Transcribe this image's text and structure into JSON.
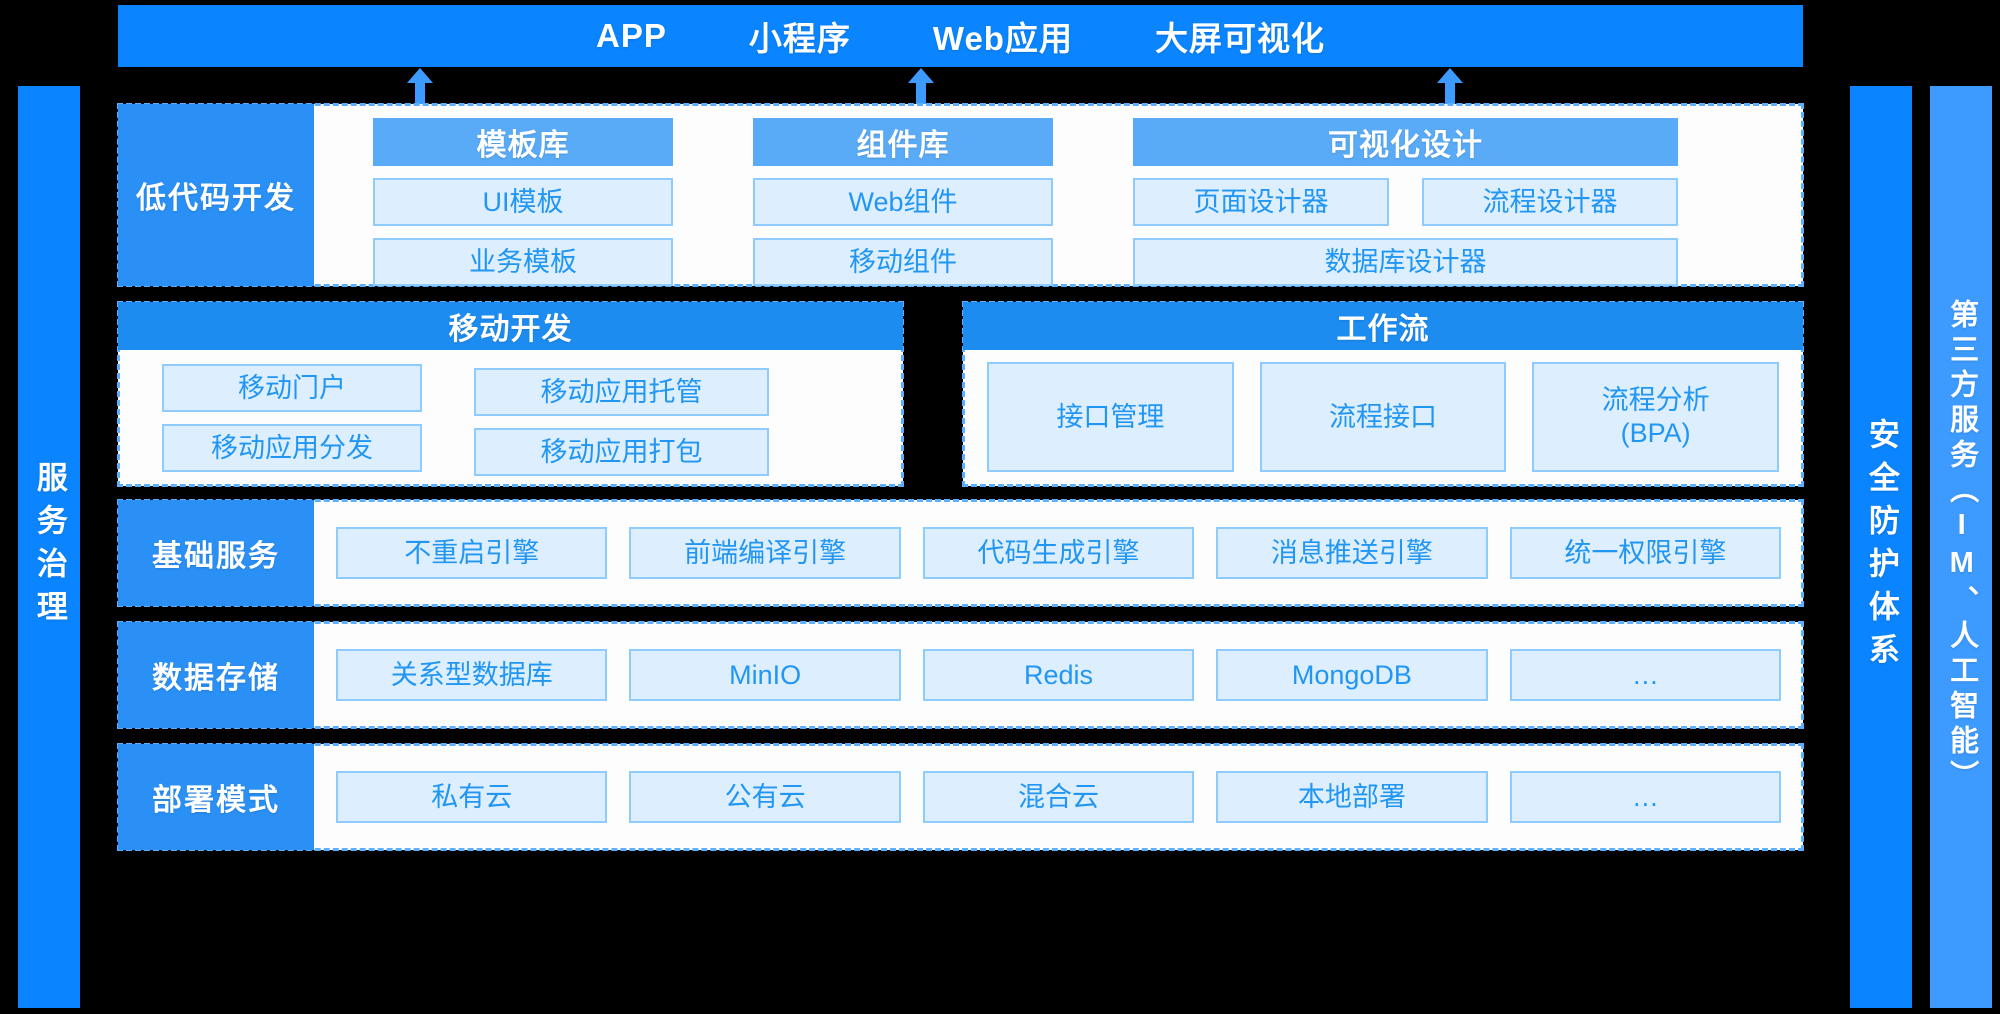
{
  "topbar": {
    "channels": [
      "APP",
      "小程序",
      "Web应用",
      "大屏可视化"
    ]
  },
  "rails": {
    "left": "服务治理",
    "security": "安全防护体系",
    "third_party": "第三方服务（IM、人工智能）"
  },
  "colors": {
    "primary_blue": "#0a84ff",
    "band_title_blue": "#2a90f5",
    "group_header_blue": "#5aabf7",
    "group_header_strong": "#1d8cf0",
    "chip_fill": "#ddeeff",
    "chip_border": "#8ecbff",
    "chip_text": "#2196f3",
    "dashed_border": "#5ab0ff",
    "background": "#000000",
    "panel": "#fdfdfd"
  },
  "rows": {
    "lowcode": {
      "title": "低代码开发",
      "groups": [
        {
          "header": "模板库",
          "items": [
            "UI模板",
            "业务模板"
          ]
        },
        {
          "header": "组件库",
          "items": [
            "Web组件",
            "移动组件"
          ]
        },
        {
          "header": "可视化设计",
          "items": [
            "页面设计器",
            "流程设计器",
            "数据库设计器"
          ]
        }
      ]
    },
    "mobile": {
      "header": "移动开发",
      "items": [
        "移动门户",
        "移动应用托管",
        "移动应用分发",
        "移动应用打包"
      ]
    },
    "workflow": {
      "header": "工作流",
      "items": [
        "接口管理",
        "流程接口",
        "流程分析\n(BPA)"
      ]
    },
    "base_service": {
      "title": "基础服务",
      "items": [
        "不重启引擎",
        "前端编译引擎",
        "代码生成引擎",
        "消息推送引擎",
        "统一权限引擎"
      ]
    },
    "data_storage": {
      "title": "数据存储",
      "items": [
        "关系型数据库",
        "MinIO",
        "Redis",
        "MongoDB",
        "…"
      ]
    },
    "deploy_mode": {
      "title": "部署模式",
      "items": [
        "私有云",
        "公有云",
        "混合云",
        "本地部署",
        "…"
      ]
    }
  }
}
